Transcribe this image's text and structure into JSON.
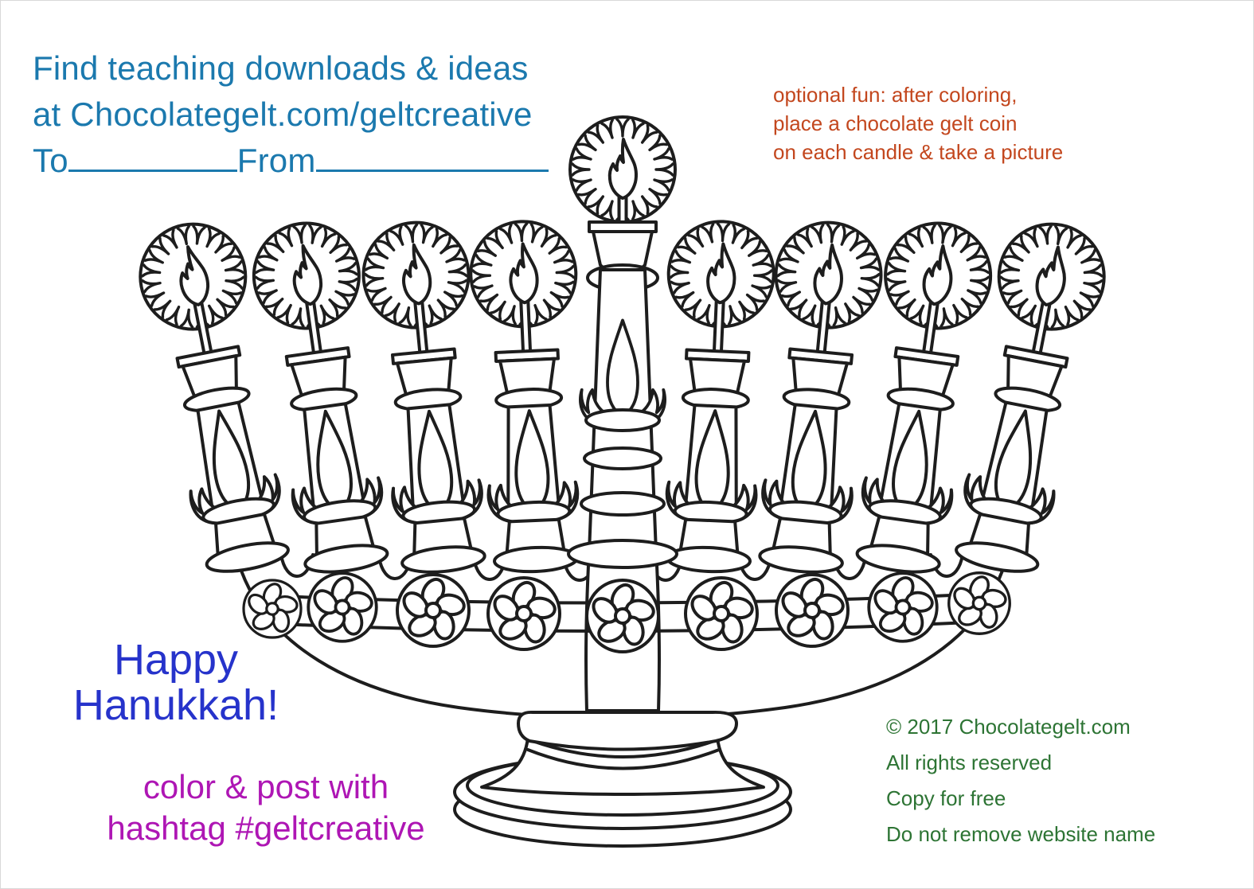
{
  "header_note": {
    "line1": "Find teaching downloads & ideas",
    "line2": "at Chocolategelt.com/geltcreative",
    "to_label": "To",
    "from_label": "From",
    "color": "#1b79ae"
  },
  "optional_note": {
    "lines": [
      "optional fun: after coloring,",
      "place a chocolate gelt coin",
      "on each candle & take a picture"
    ],
    "color": "#c3471e"
  },
  "greeting": {
    "line1": "Happy",
    "line2": "Hanukkah!",
    "color": "#2633cb"
  },
  "hashtag_note": {
    "line1": "color & post with",
    "line2": "hashtag #geltcreative",
    "color": "#ae16b4"
  },
  "copyright_note": {
    "lines": [
      "© 2017 Chocolategelt.com",
      "All rights reserved",
      "Copy for free",
      "Do not remove website name"
    ],
    "color": "#2d7434"
  },
  "illustration": {
    "description": "Black-and-white hanukkiah (menorah) coloring outline: 9 lit candles with sunburst halos around each flame, leaf-flame ornaments on each stem, a chain of 9 flower medallions across the bowl, and a round stepped pedestal base",
    "candle_count": 9,
    "flower_medallion_count": 9,
    "stroke_color": "#1d1d1d"
  }
}
